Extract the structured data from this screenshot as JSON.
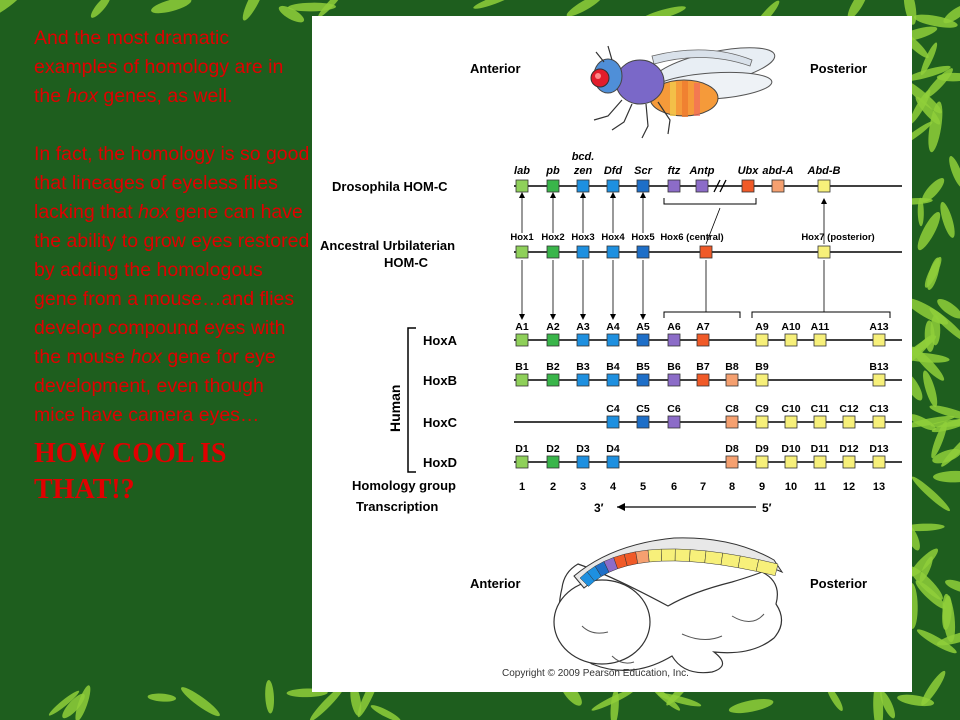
{
  "colors": {
    "slide_text": "#e00000",
    "bg_green": "#1e5e1e",
    "leaf": "#8fcf3a",
    "group_colors": {
      "1": "#8fd05a",
      "2": "#39b54a",
      "3": "#1e90e0",
      "4": "#1e90e0",
      "5": "#1e6fc8",
      "6": "#8c6cc8",
      "7": "#f05a28",
      "8": "#f5a070",
      "9": "#f7f07a",
      "10": "#f7f07a",
      "11": "#f7f07a",
      "12": "#f7f07a",
      "13": "#f7f07a"
    }
  },
  "slide": {
    "para1_a": "And the most dramatic examples of homology are in the ",
    "para1_em": "hox",
    "para1_b": " genes, as well.",
    "para2_a": "In fact, the homology is so good that lineages of eyeless flies lacking that ",
    "para2_em1": "hox",
    "para2_b": " gene can have the ability to grow eyes restored by adding the homologous gene from a mouse…and flies develop compound eyes with the mouse ",
    "para2_em2": "hox",
    "para2_c": " gene for eye development, even though mice have camera eyes…",
    "cool1": "HOW COOL IS",
    "cool2": "THAT!?"
  },
  "figure": {
    "fly_anterior": "Anterior",
    "fly_posterior": "Posterior",
    "drosophila_label": "Drosophila HOM-C",
    "ancestral_label_1": "Ancestral Urbilaterian",
    "ancestral_label_2": "HOM-C",
    "human_label": "Human",
    "homology_label": "Homology group",
    "transcription_label": "Transcription",
    "three_prime": "3′",
    "five_prime": "5′",
    "embryo_anterior": "Anterior",
    "embryo_posterior": "Posterior",
    "copyright": "Copyright © 2009 Pearson Education, Inc.",
    "fly_genes": [
      {
        "label": "lab",
        "group": 1
      },
      {
        "label": "pb",
        "group": 2
      },
      {
        "label": "zen",
        "top": "bcd.",
        "group": 3
      },
      {
        "label": "Dfd",
        "group": 4
      },
      {
        "label": "Scr",
        "group": 5
      },
      {
        "label": "ftz",
        "group": 6
      },
      {
        "label": "Antp",
        "group": 6
      },
      {
        "label": "Ubx",
        "group": 7
      },
      {
        "label": "abd-A",
        "group": 8
      },
      {
        "label": "Abd-B",
        "group": 9
      }
    ],
    "ancestral_genes": [
      {
        "label": "Hox1",
        "group": 1
      },
      {
        "label": "Hox2",
        "group": 2
      },
      {
        "label": "Hox3",
        "group": 3
      },
      {
        "label": "Hox4",
        "group": 4
      },
      {
        "label": "Hox5",
        "group": 5
      },
      {
        "label": "Hox6 (central)",
        "group": 7
      },
      {
        "label": "Hox7 (posterior)",
        "group": 9
      }
    ],
    "human_clusters": [
      {
        "name": "HoxA",
        "genes": [
          {
            "label": "A1",
            "group": 1
          },
          {
            "label": "A2",
            "group": 2
          },
          {
            "label": "A3",
            "group": 3
          },
          {
            "label": "A4",
            "group": 4
          },
          {
            "label": "A5",
            "group": 5
          },
          {
            "label": "A6",
            "group": 6
          },
          {
            "label": "A7",
            "group": 7
          },
          {
            "label": "A9",
            "group": 9
          },
          {
            "label": "A10",
            "group": 10
          },
          {
            "label": "A11",
            "group": 11
          },
          {
            "label": "A13",
            "group": 13
          }
        ]
      },
      {
        "name": "HoxB",
        "genes": [
          {
            "label": "B1",
            "group": 1
          },
          {
            "label": "B2",
            "group": 2
          },
          {
            "label": "B3",
            "group": 3
          },
          {
            "label": "B4",
            "group": 4
          },
          {
            "label": "B5",
            "group": 5
          },
          {
            "label": "B6",
            "group": 6
          },
          {
            "label": "B7",
            "group": 7
          },
          {
            "label": "B8",
            "group": 8
          },
          {
            "label": "B9",
            "group": 9
          },
          {
            "label": "B13",
            "group": 13
          }
        ]
      },
      {
        "name": "HoxC",
        "genes": [
          {
            "label": "C4",
            "group": 4
          },
          {
            "label": "C5",
            "group": 5
          },
          {
            "label": "C6",
            "group": 6
          },
          {
            "label": "C8",
            "group": 8
          },
          {
            "label": "C9",
            "group": 9
          },
          {
            "label": "C10",
            "group": 10
          },
          {
            "label": "C11",
            "group": 11
          },
          {
            "label": "C12",
            "group": 12
          },
          {
            "label": "C13",
            "group": 13
          }
        ]
      },
      {
        "name": "HoxD",
        "genes": [
          {
            "label": "D1",
            "group": 1
          },
          {
            "label": "D2",
            "group": 2
          },
          {
            "label": "D3",
            "group": 3
          },
          {
            "label": "D4",
            "group": 4
          },
          {
            "label": "D8",
            "group": 8
          },
          {
            "label": "D9",
            "group": 9
          },
          {
            "label": "D10",
            "group": 10
          },
          {
            "label": "D11",
            "group": 11
          },
          {
            "label": "D12",
            "group": 12
          },
          {
            "label": "D13",
            "group": 13
          }
        ]
      }
    ],
    "homology_numbers": [
      "1",
      "2",
      "3",
      "4",
      "5",
      "6",
      "7",
      "8",
      "9",
      "10",
      "11",
      "12",
      "13"
    ]
  }
}
